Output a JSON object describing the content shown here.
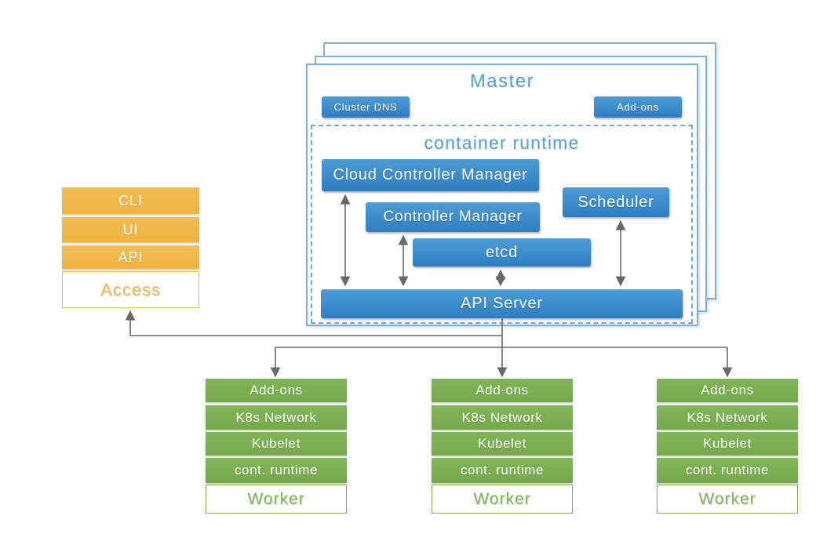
{
  "master": {
    "title": "Master",
    "badges": {
      "cluster_dns": "Cluster DNS",
      "addons": "Add-ons"
    },
    "runtime": {
      "title": "container runtime",
      "cloud_controller_manager": "Cloud Controller Manager",
      "controller_manager": "Controller Manager",
      "scheduler": "Scheduler",
      "etcd": "etcd",
      "api_server": "API Server"
    }
  },
  "access": {
    "cli": "CLI",
    "ui": "UI",
    "api": "API",
    "label": "Access"
  },
  "workers": [
    {
      "rows": [
        "Add-ons",
        "K8s Network",
        "Kubelet",
        "cont. runtime"
      ],
      "label": "Worker"
    },
    {
      "rows": [
        "Add-ons",
        "K8s Network",
        "Kubelet",
        "cont. runtime"
      ],
      "label": "Worker"
    },
    {
      "rows": [
        "Add-ons",
        "K8s Network",
        "Kubelet",
        "cont. runtime"
      ],
      "label": "Worker"
    }
  ],
  "colors": {
    "blue_fill_top": "#4d9cd7",
    "blue_fill_bottom": "#2e7dc1",
    "blue_border": "#7cb0de",
    "blue_dashed_border": "#6fa8dc",
    "blue_title_text": "#55a0d9",
    "orange_fill": "#f0b84a",
    "orange_text": "#f2ba4d",
    "green_fill": "#7cb153",
    "green_text": "#82b558",
    "arrow_gray": "#696969",
    "box_text": "#ffffff"
  }
}
